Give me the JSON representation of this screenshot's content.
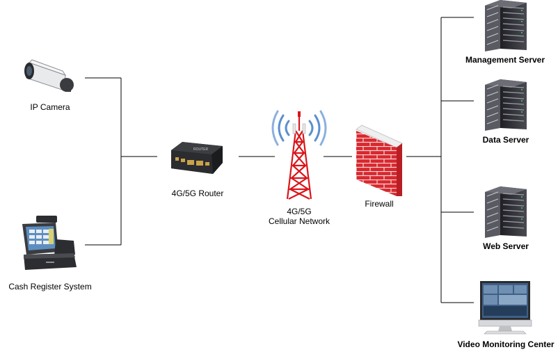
{
  "nodes": {
    "ip_camera": {
      "label": "IP Camera",
      "icon": "ip-camera-icon"
    },
    "cash_register": {
      "label": "Cash Register System",
      "icon": "cash-register-icon"
    },
    "router": {
      "label": "4G/5G Router",
      "icon": "router-icon"
    },
    "cellular": {
      "label_line1": "4G/5G",
      "label_line2": "Cellular Network",
      "icon": "cell-tower-icon"
    },
    "firewall": {
      "label": "Firewall",
      "icon": "firewall-icon"
    },
    "management_server": {
      "label": "Management Server",
      "icon": "server-rack-icon"
    },
    "data_server": {
      "label": "Data Server",
      "icon": "server-rack-icon"
    },
    "web_server": {
      "label": "Web Server",
      "icon": "server-rack-icon"
    },
    "video_center": {
      "label": "Video Monitoring Center",
      "icon": "monitor-icon"
    }
  },
  "colors": {
    "line": "#000000",
    "firewall_brick": "#d9282f",
    "tower_red": "#d9151b",
    "signal_blue": "#5a8fd0",
    "server_dark": "#2e2e33"
  }
}
